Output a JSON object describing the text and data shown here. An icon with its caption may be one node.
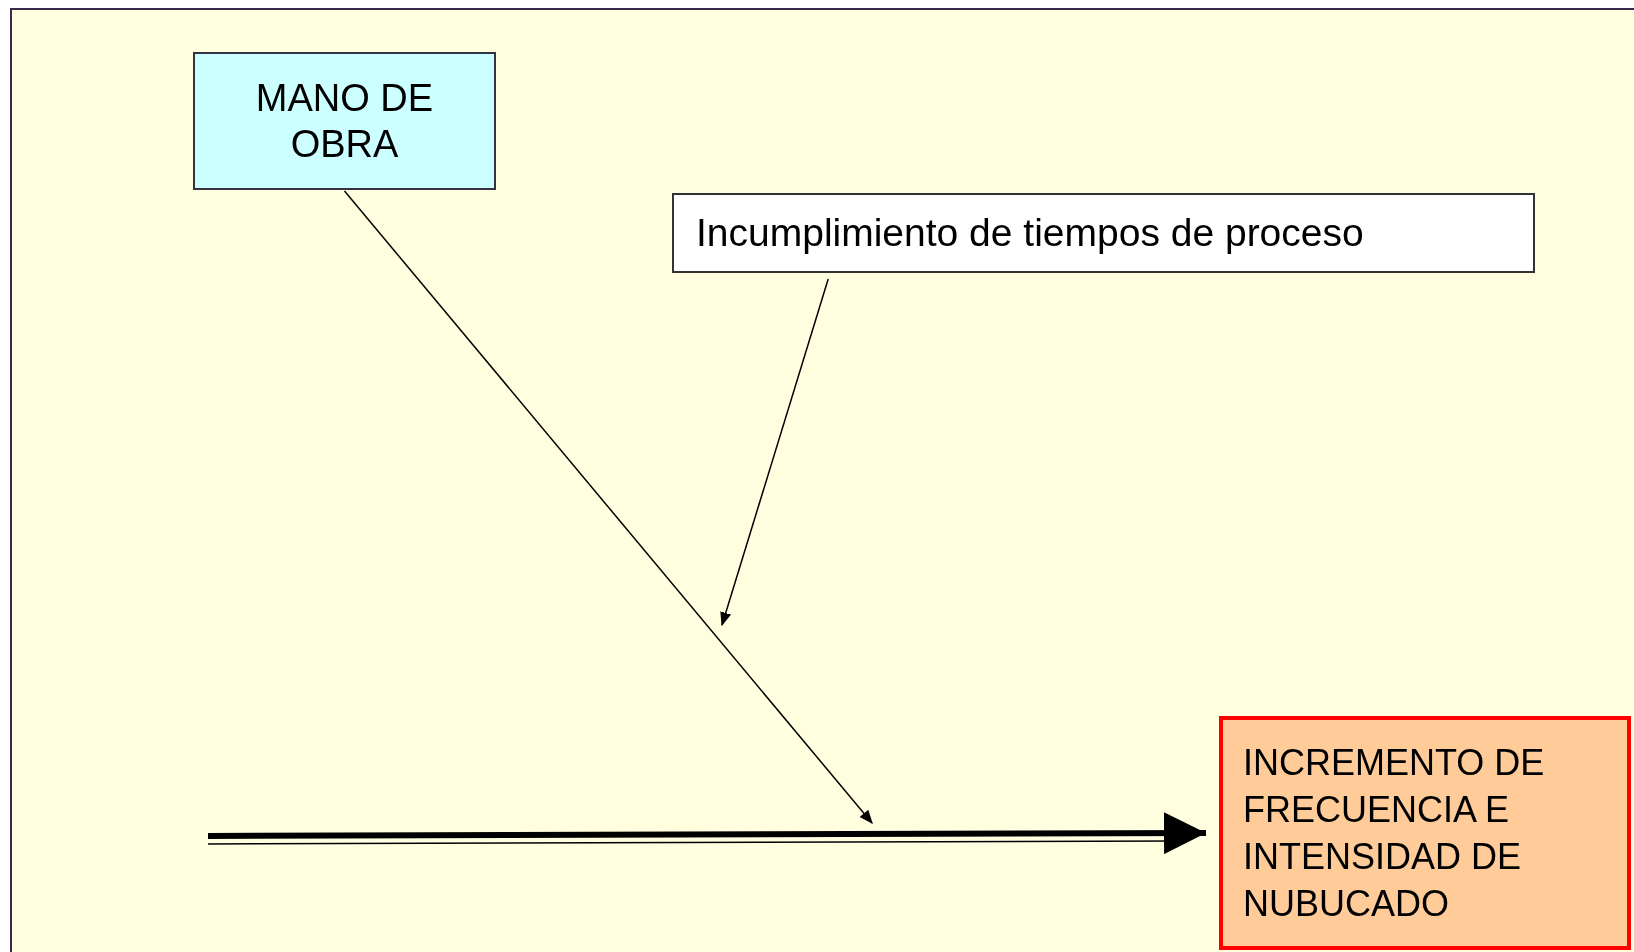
{
  "diagram": {
    "nodes": [
      {
        "text": [
          "MANO DE OBRA"
        ]
      },
      {
        "text": [
          "Incumplimiento de tiempos de proceso"
        ]
      },
      {
        "text": [
          "INCREMENTO DE FRECUENCIA E INTENSIDAD DE NUBUCADO"
        ]
      }
    ],
    "edges": [
      {
        "from": 0,
        "to": null,
        "arrow": "to"
      },
      {
        "from": 1,
        "to": null,
        "arrow": "to"
      },
      {
        "from": null,
        "to": 2,
        "arrow": "to",
        "style": "thick"
      }
    ]
  }
}
